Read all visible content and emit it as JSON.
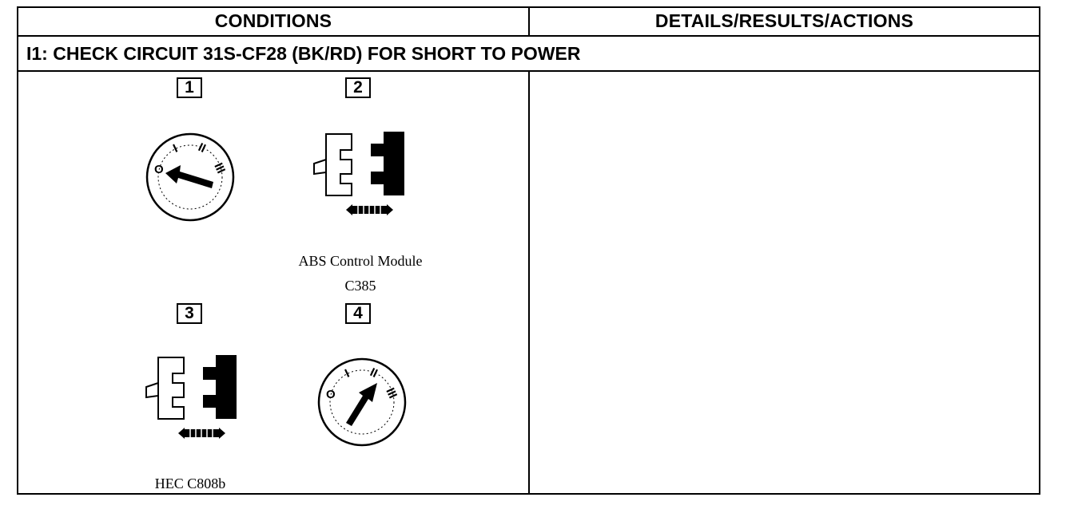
{
  "table": {
    "header_left": "CONDITIONS",
    "header_right": "DETAILS/RESULTS/ACTIONS",
    "step_title": "I1: CHECK CIRCUIT 31S-CF28 (BK/RD) FOR SHORT TO POWER"
  },
  "figures": [
    {
      "number": "1",
      "icon": "ignition-switch-off-icon"
    },
    {
      "number": "2",
      "icon": "connector-disconnect-icon",
      "caption_line1": "ABS Control Module",
      "caption_line2": "C385"
    },
    {
      "number": "3",
      "icon": "connector-disconnect-icon",
      "caption_line1": "HEC C808b"
    },
    {
      "number": "4",
      "icon": "ignition-switch-run-icon"
    }
  ],
  "ignition_labels": {
    "off": "O",
    "acc": "I",
    "run": "II",
    "start": "III"
  }
}
